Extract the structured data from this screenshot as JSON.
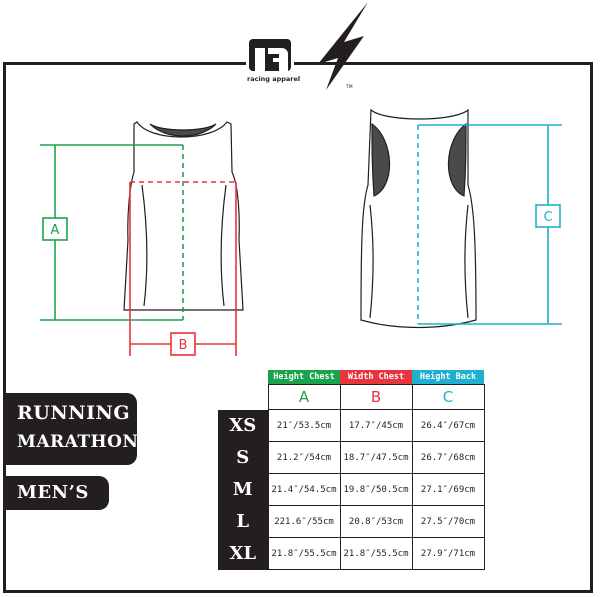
{
  "brand": {
    "logo_text": "racing apparel",
    "trademark": "TM"
  },
  "measure_labels": {
    "a": "A",
    "b": "B",
    "c": "C"
  },
  "colors": {
    "a": "#1aa34a",
    "b": "#e8343c",
    "c": "#1fb0d0",
    "dark": "#231f20"
  },
  "tags": {
    "line1": "RUNNING",
    "line2": "MARATHON",
    "gender": "MEN’S"
  },
  "table": {
    "headers": [
      {
        "label": "Height Chest",
        "letter": "A"
      },
      {
        "label": "Width Chest",
        "letter": "B"
      },
      {
        "label": "Height Back",
        "letter": "C"
      }
    ],
    "rows": [
      {
        "size": "XS",
        "a": "21″/53.5cm",
        "b": "17.7″/45cm",
        "c": "26.4″/67cm"
      },
      {
        "size": "S",
        "a": "21.2″/54cm",
        "b": "18.7″/47.5cm",
        "c": "26.7″/68cm"
      },
      {
        "size": "M",
        "a": "21.4″/54.5cm",
        "b": "19.8″/50.5cm",
        "c": "27.1″/69cm"
      },
      {
        "size": "L",
        "a": "221.6″/55cm",
        "b": "20.8″/53cm",
        "c": "27.5″/70cm"
      },
      {
        "size": "XL",
        "a": "21.8″/55.5cm",
        "b": "21.8″/55.5cm",
        "c": "27.9″/71cm"
      }
    ]
  }
}
